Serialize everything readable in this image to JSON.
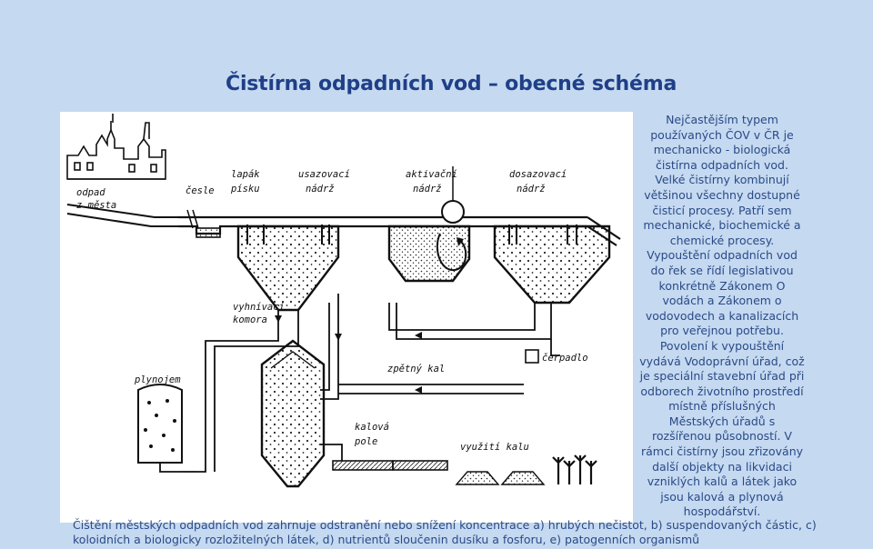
{
  "slide": {
    "title": "Čistírna odpadních vod – obecné schéma"
  },
  "diagram": {
    "labels": {
      "inflow_line1": "odpad",
      "inflow_line2": "z města",
      "screens": "česle",
      "grit_line1": "lapák",
      "grit_line2": "písku",
      "sed_line1": "usazovací",
      "sed_line2": "nádrž",
      "act_line1": "aktivační",
      "act_line2": "nádrž",
      "sec_line1": "dosazovací",
      "sec_line2": "nádrž",
      "dig_line1": "vyhnívací",
      "dig_line2": "komora",
      "gasholder": "plynojem",
      "return_sludge": "zpětný kal",
      "pump": "čerpadlo",
      "drying_line1": "kalová",
      "drying_line2": "pole",
      "sludge_use": "využití kalu"
    }
  },
  "side_text": "Nejčastějším typem používaných ČOV v ČR je mechanicko - biologická čistírna odpadních vod. Velké čistírny kombinují většinou všechny dostupné čisticí procesy. Patří sem mechanické, biochemické a chemické procesy. Vypouštění odpadních vod do řek se řídí legislativou konkrétně Zákonem O vodách a Zákonem o vodovodech a kanalizacích pro veřejnou potřebu. Povolení k vypouštění vydává Vodoprávní úřad, což je speciální stavební úřad při odborech životního prostředí místně příslušných Městských úřadů s rozšířenou působností. V rámci čistírny jsou zřizovány další objekty na likvidaci vzniklých kalů a látek jako jsou kalová a plynová hospodářství.",
  "bottom_text": "Čištění městských odpadních vod zahrnuje odstranění nebo snížení koncentrace a) hrubých nečistot, b) suspendovaných částic, c) koloidních a biologicky rozložitelných látek, d) nutrientů sloučenin dusíku a fosforu, e) patogenních organismů",
  "colors": {
    "background": "#c5d9f1",
    "title": "#1f3f87",
    "body_text": "#2a4a86"
  }
}
